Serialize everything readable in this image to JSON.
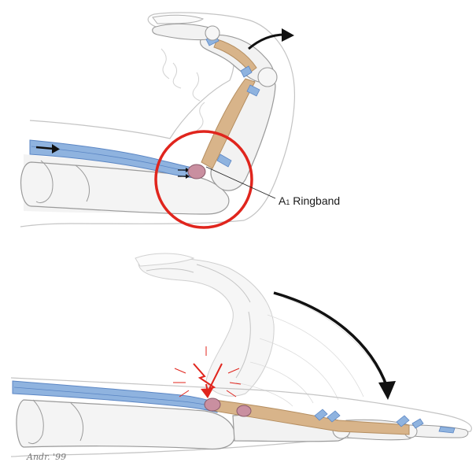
{
  "diagram": {
    "annotation": {
      "prefix": "A",
      "subscript": "1",
      "text": " Ringband"
    },
    "signature": {
      "name": "Andr.",
      "year": "'99"
    },
    "colors": {
      "flexor_tendon": "#8fb3df",
      "flexor_tendon_dark": "#5b86c4",
      "sheath": "#d8b48a",
      "bone_outline": "#9a9a9a",
      "skin_outline": "#c4c4c4",
      "highlight_circle": "#e0251d",
      "pain_mark": "#e0251d",
      "nodule": "#c98fa0",
      "motion_arrow": "#111111"
    }
  }
}
